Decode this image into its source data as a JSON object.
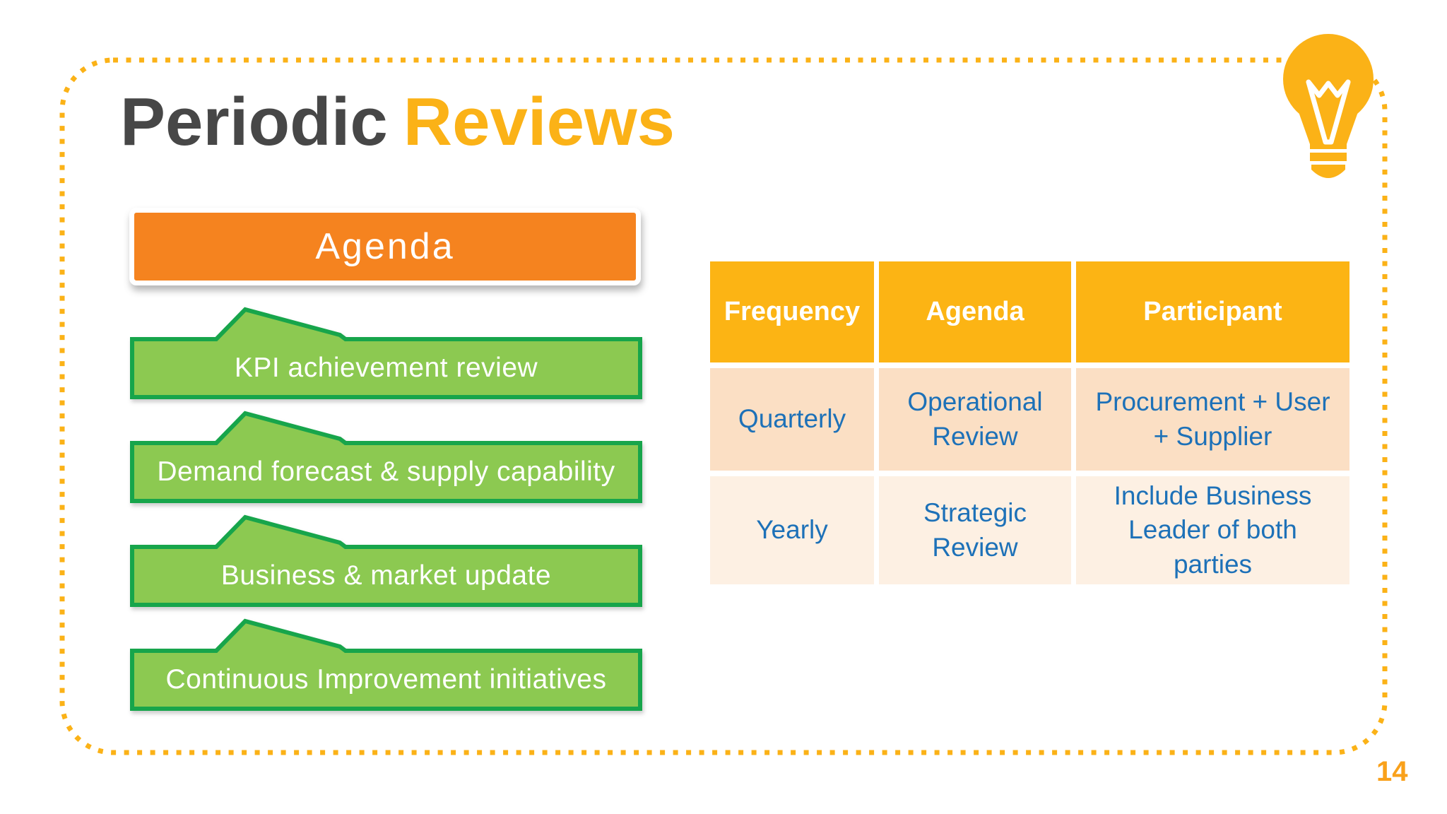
{
  "slide": {
    "title": {
      "primary": "Periodic",
      "accent": "Reviews"
    },
    "page_number": "14"
  },
  "agenda": {
    "header": "Agenda",
    "items": [
      "KPI achievement review",
      "Demand forecast & supply capability",
      "Business & market update",
      "Continuous Improvement initiatives"
    ]
  },
  "review_table": {
    "columns": [
      "Frequency",
      "Agenda",
      "Participant"
    ],
    "rows": [
      {
        "frequency": "Quarterly",
        "agenda": "Operational Review",
        "participant": "Procurement + User + Supplier"
      },
      {
        "frequency": "Yearly",
        "agenda": "Strategic Review",
        "participant": "Include Business Leader of both parties"
      }
    ]
  },
  "icons": {
    "lightbulb": "lightbulb-icon"
  },
  "colors": {
    "title_primary": "#474747",
    "title_accent": "#FBB217",
    "dotted_border": "#FBB217",
    "agenda_header_bg": "#F5831F",
    "banner_fill": "#8CC951",
    "banner_border": "#17A54B",
    "table_header_bg": "#FCB414",
    "table_row1_bg": "#FBDFC4",
    "table_row2_bg": "#FDF0E3",
    "table_text": "#1D71B8",
    "page_number": "#F9A11B"
  }
}
